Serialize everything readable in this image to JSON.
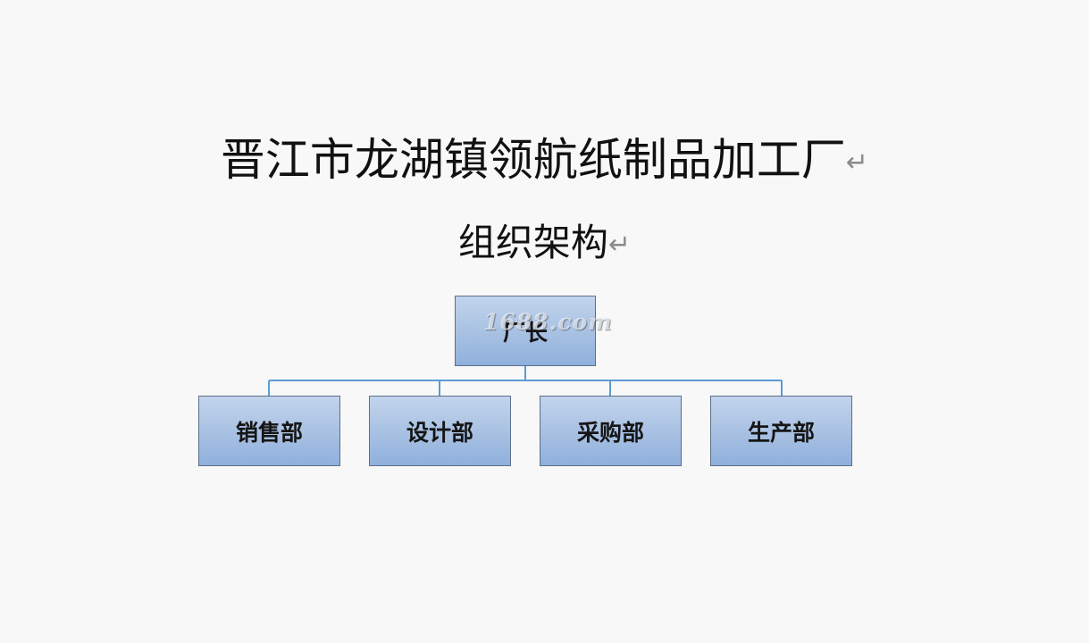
{
  "document": {
    "title": "晋江市龙湖镇领航纸制品加工厂",
    "subtitle": "组织架构",
    "paragraph_mark": "↵"
  },
  "org_chart": {
    "root": {
      "label": "厂长"
    },
    "children": [
      {
        "label": "销售部"
      },
      {
        "label": "设计部"
      },
      {
        "label": "采购部"
      },
      {
        "label": "生产部"
      }
    ]
  },
  "watermark": {
    "text": "1688.com"
  },
  "colors": {
    "background": "#f8f8f8",
    "node_fill": "#a7c0e2",
    "node_border": "#5b6f8a",
    "connector": "#5b9bd5",
    "text": "#111111"
  }
}
